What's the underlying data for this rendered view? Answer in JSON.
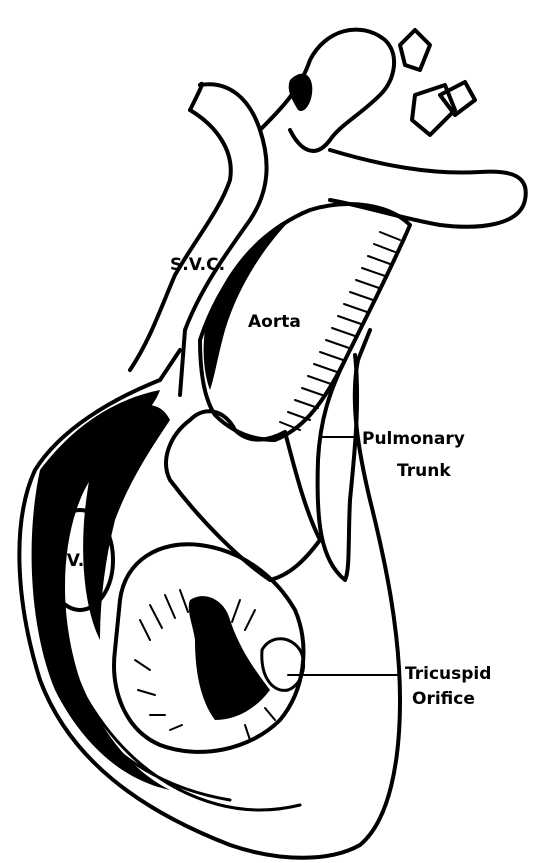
{
  "figure": {
    "labels": {
      "svc": "S.V.C.",
      "aorta": "Aorta",
      "pulmonary_line1": "Pulmonary",
      "pulmonary_line2": "Trunk",
      "ivc": "I.V.C",
      "tricuspid_line1": "Tricuspid",
      "tricuspid_line2": "Orifice"
    },
    "colors": {
      "ink": "#000000",
      "paper": "#ffffff"
    }
  }
}
